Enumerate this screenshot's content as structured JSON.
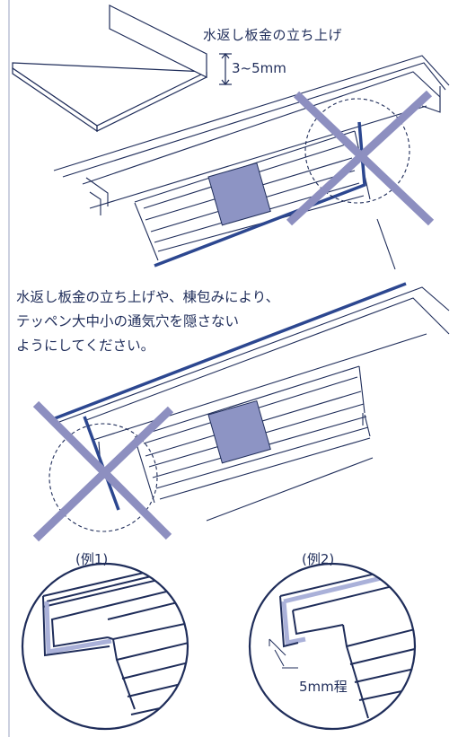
{
  "labels": {
    "flashing_rise": "水返し板金の立ち上げ",
    "rise_height": "3~5mm",
    "instruction_lines": [
      "水返し板金の立ち上げや、棟包みにより、",
      "テッペン大中小の通気穴を隠さない",
      "ようにしてください。"
    ],
    "example_1": "(例1)",
    "example_2": "(例2)",
    "gap": "5mm程"
  },
  "colors": {
    "line": "#1f2d5a",
    "highlight": "#2c4790",
    "vent": "#8d94c4",
    "x_mark": "#8d8fc0",
    "flashing_fill": "#aab1d9"
  },
  "marks": [
    "incorrect-x-mark",
    "incorrect-x-mark"
  ]
}
